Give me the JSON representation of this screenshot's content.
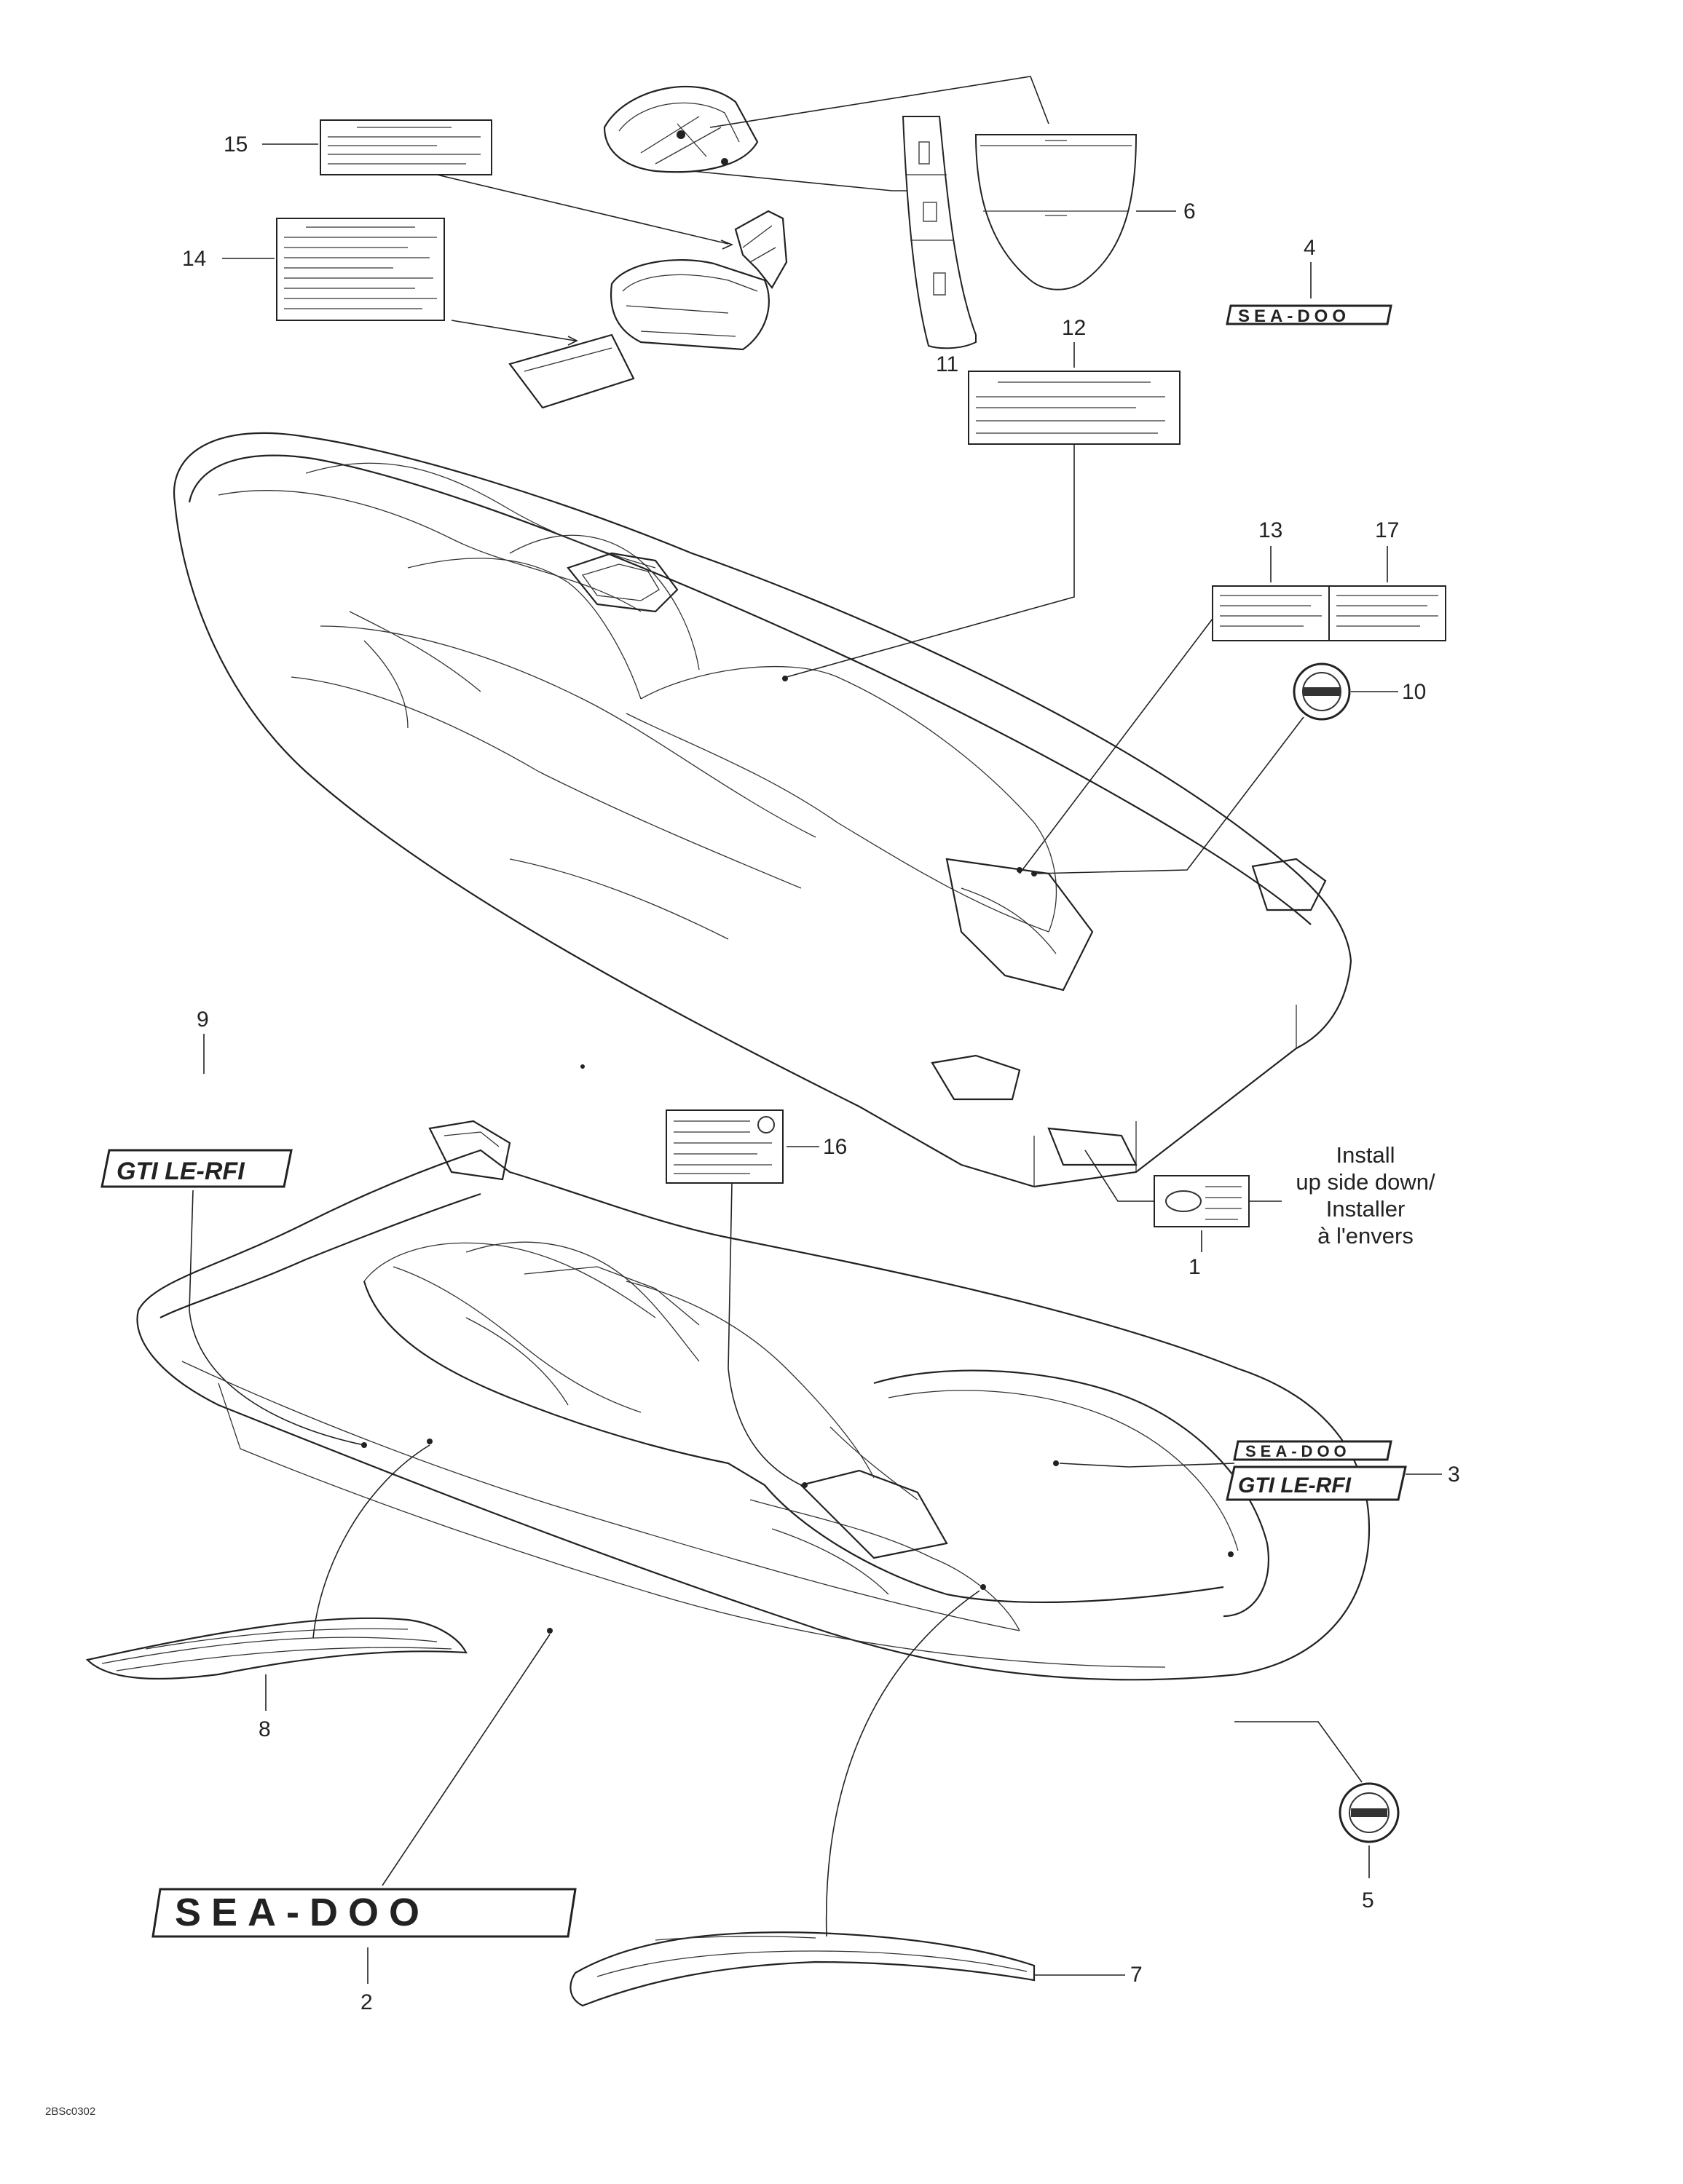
{
  "diagram": {
    "callouts": {
      "c1": "1",
      "c2": "2",
      "c3": "3",
      "c4": "4",
      "c5": "5",
      "c6": "6",
      "c7": "7",
      "c8": "8",
      "c9": "9",
      "c10": "10",
      "c11": "11",
      "c12": "12",
      "c13": "13",
      "c14": "14",
      "c15": "15",
      "c16": "16",
      "c17": "17"
    },
    "install_note": [
      "Install",
      "up side down/",
      "Installer",
      "à l'envers"
    ],
    "drawing_code": "2BSc0302",
    "logos": {
      "brand": "SEA-DOO",
      "model": "GTI LE-RFI"
    },
    "icons": [
      "jet-ski-hull-top",
      "jet-ski-hull-bottom",
      "storage-bin",
      "glove-box-cover",
      "decal-label",
      "medallion-decal",
      "stripe-decal"
    ]
  }
}
